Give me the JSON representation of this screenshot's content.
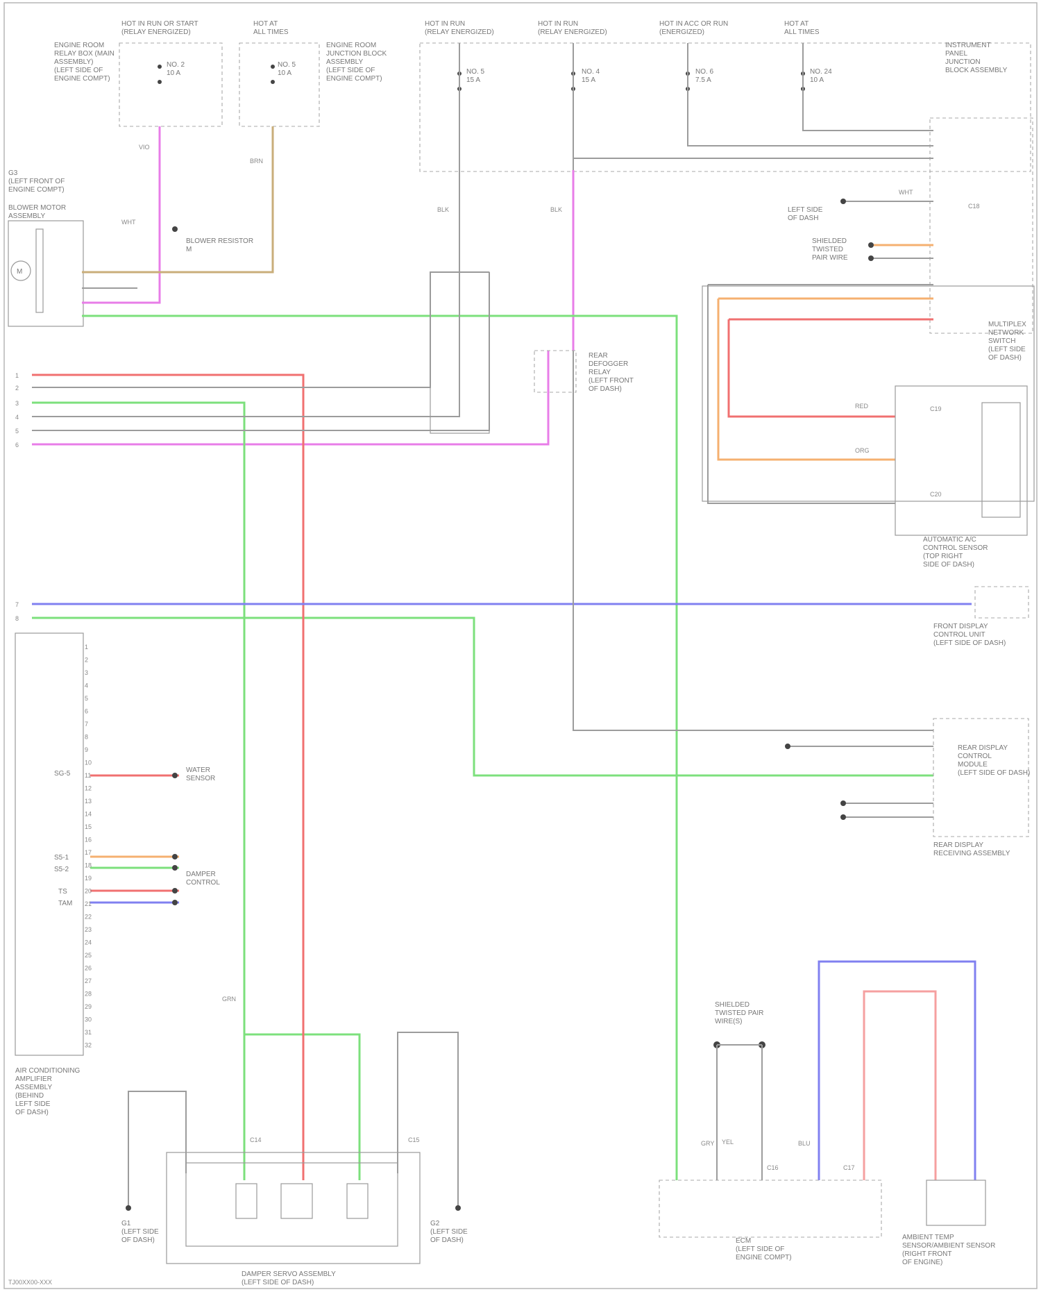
{
  "diagram": {
    "footer": "TJ00XX00-XXX",
    "fuses": [
      {
        "title": "HOT IN RUN OR START\n(RELAY ENERGIZED)",
        "body": "ENGINE ROOM\nRELAY BOX (MAIN\nASSEMBLY)\n(LEFT SIDE OF\nENGINE COMPT)",
        "fuse": "NO. 2\n10 A"
      },
      {
        "title": "HOT AT\nALL TIMES",
        "body": "ENGINE ROOM\nJUNCTION BLOCK\nASSEMBLY\n(LEFT SIDE OF\nENGINE COMPT)",
        "fuse": "NO. 5\n10 A"
      },
      {
        "title": "HOT IN RUN\n(RELAY ENERGIZED)",
        "fuse": "NO. 5\n15 A"
      },
      {
        "title": "HOT IN RUN\n(RELAY ENERGIZED)",
        "fuse": "NO. 4\n15 A"
      },
      {
        "title": "HOT IN ACC OR RUN\n(ENERGIZED)",
        "fuse": "NO. 6\n7.5 A"
      },
      {
        "title": "HOT AT\nALL TIMES",
        "fuse": "NO. 24\n10 A"
      }
    ],
    "junction_label": "INSTRUMENT\nPANEL\nJUNCTION\nBLOCK ASSEMBLY",
    "components": {
      "blower_motor": "BLOWER MOTOR\nASSEMBLY",
      "motor_label": "BLOWER RESISTOR\nM",
      "ground_left": "G3\n(LEFT FRONT OF\nENGINE COMPT)",
      "ground_top_right": "LEFT SIDE\nOF DASH",
      "shielded_twisted": "SHIELDED\nTWISTED\nPAIR WIRE",
      "defogger_relay": "REAR\nDEFOGGER\nRELAY\n(LEFT FRONT\nOF DASH)",
      "sensor_relay": "MULTIPLEX\nNETWORK\nSWITCH\n(LEFT SIDE\nOF DASH)",
      "auto_control": "AUTOMATIC A/C\nCONTROL SENSOR\n(TOP RIGHT\nSIDE OF DASH)",
      "front_display": "FRONT DISPLAY\nCONTROL UNIT\n(LEFT SIDE OF DASH)",
      "rear_display": "REAR DISPLAY\nCONTROL\nMODULE\n(LEFT SIDE OF DASH)",
      "rear_receiving": "REAR DISPLAY\nRECEIVING ASSEMBLY",
      "ac_amplifier": "AIR CONDITIONING\nAMPLIFIER\nASSEMBLY\n(BEHIND\nLEFT SIDE\nOF DASH)",
      "mode_damper": "WATER\nSENSOR",
      "servo_control": "DAMPER\nCONTROL",
      "damper_assembly": "DAMPER SERVO ASSEMBLY\n(LEFT SIDE OF DASH)",
      "ground_g1": "G1\n(LEFT SIDE\nOF DASH)",
      "ground_g2": "G2\n(LEFT SIDE\nOF DASH)",
      "ecm": "ECM\n(LEFT SIDE OF\nENGINE COMPT)",
      "shielded_bottom": "SHIELDED\nTWISTED PAIR\nWIRE(S)",
      "ambient_sensor": "AMBIENT TEMP\nSENSOR/AMBIENT SENSOR\n(RIGHT FRONT\nOF ENGINE)"
    },
    "wire_labels": {
      "top_left_pink": "VIO",
      "top_left_tan": "BRN",
      "blk_a": "BLK",
      "blk_b": "BLK",
      "wht_a": "WHT",
      "wht_b": "WHT",
      "red": "RED",
      "org": "ORG",
      "grn": "GRN",
      "blu": "BLU",
      "gry": "GRY",
      "yel": "YEL"
    },
    "left_lines": [
      "1",
      "2",
      "3",
      "4",
      "5",
      "6",
      "7",
      "8"
    ],
    "amp_pins_top": [
      "1",
      "2",
      "3",
      "4",
      "5",
      "6",
      "7",
      "8",
      "9",
      "10",
      "11",
      "12",
      "13",
      "14",
      "15",
      "16"
    ],
    "amp_pins_bot": [
      "17",
      "18",
      "19",
      "20",
      "21",
      "22",
      "23",
      "24",
      "25",
      "26",
      "27",
      "28",
      "29",
      "30",
      "31",
      "32"
    ],
    "amp_side_labels": {
      "a": "SG-5",
      "b": "S5-1",
      "c": "S5-2",
      "d": "TS",
      "e": "TAM"
    },
    "connector_codes": [
      "C14",
      "C15",
      "C16",
      "C17",
      "C18",
      "C19",
      "C20"
    ]
  }
}
